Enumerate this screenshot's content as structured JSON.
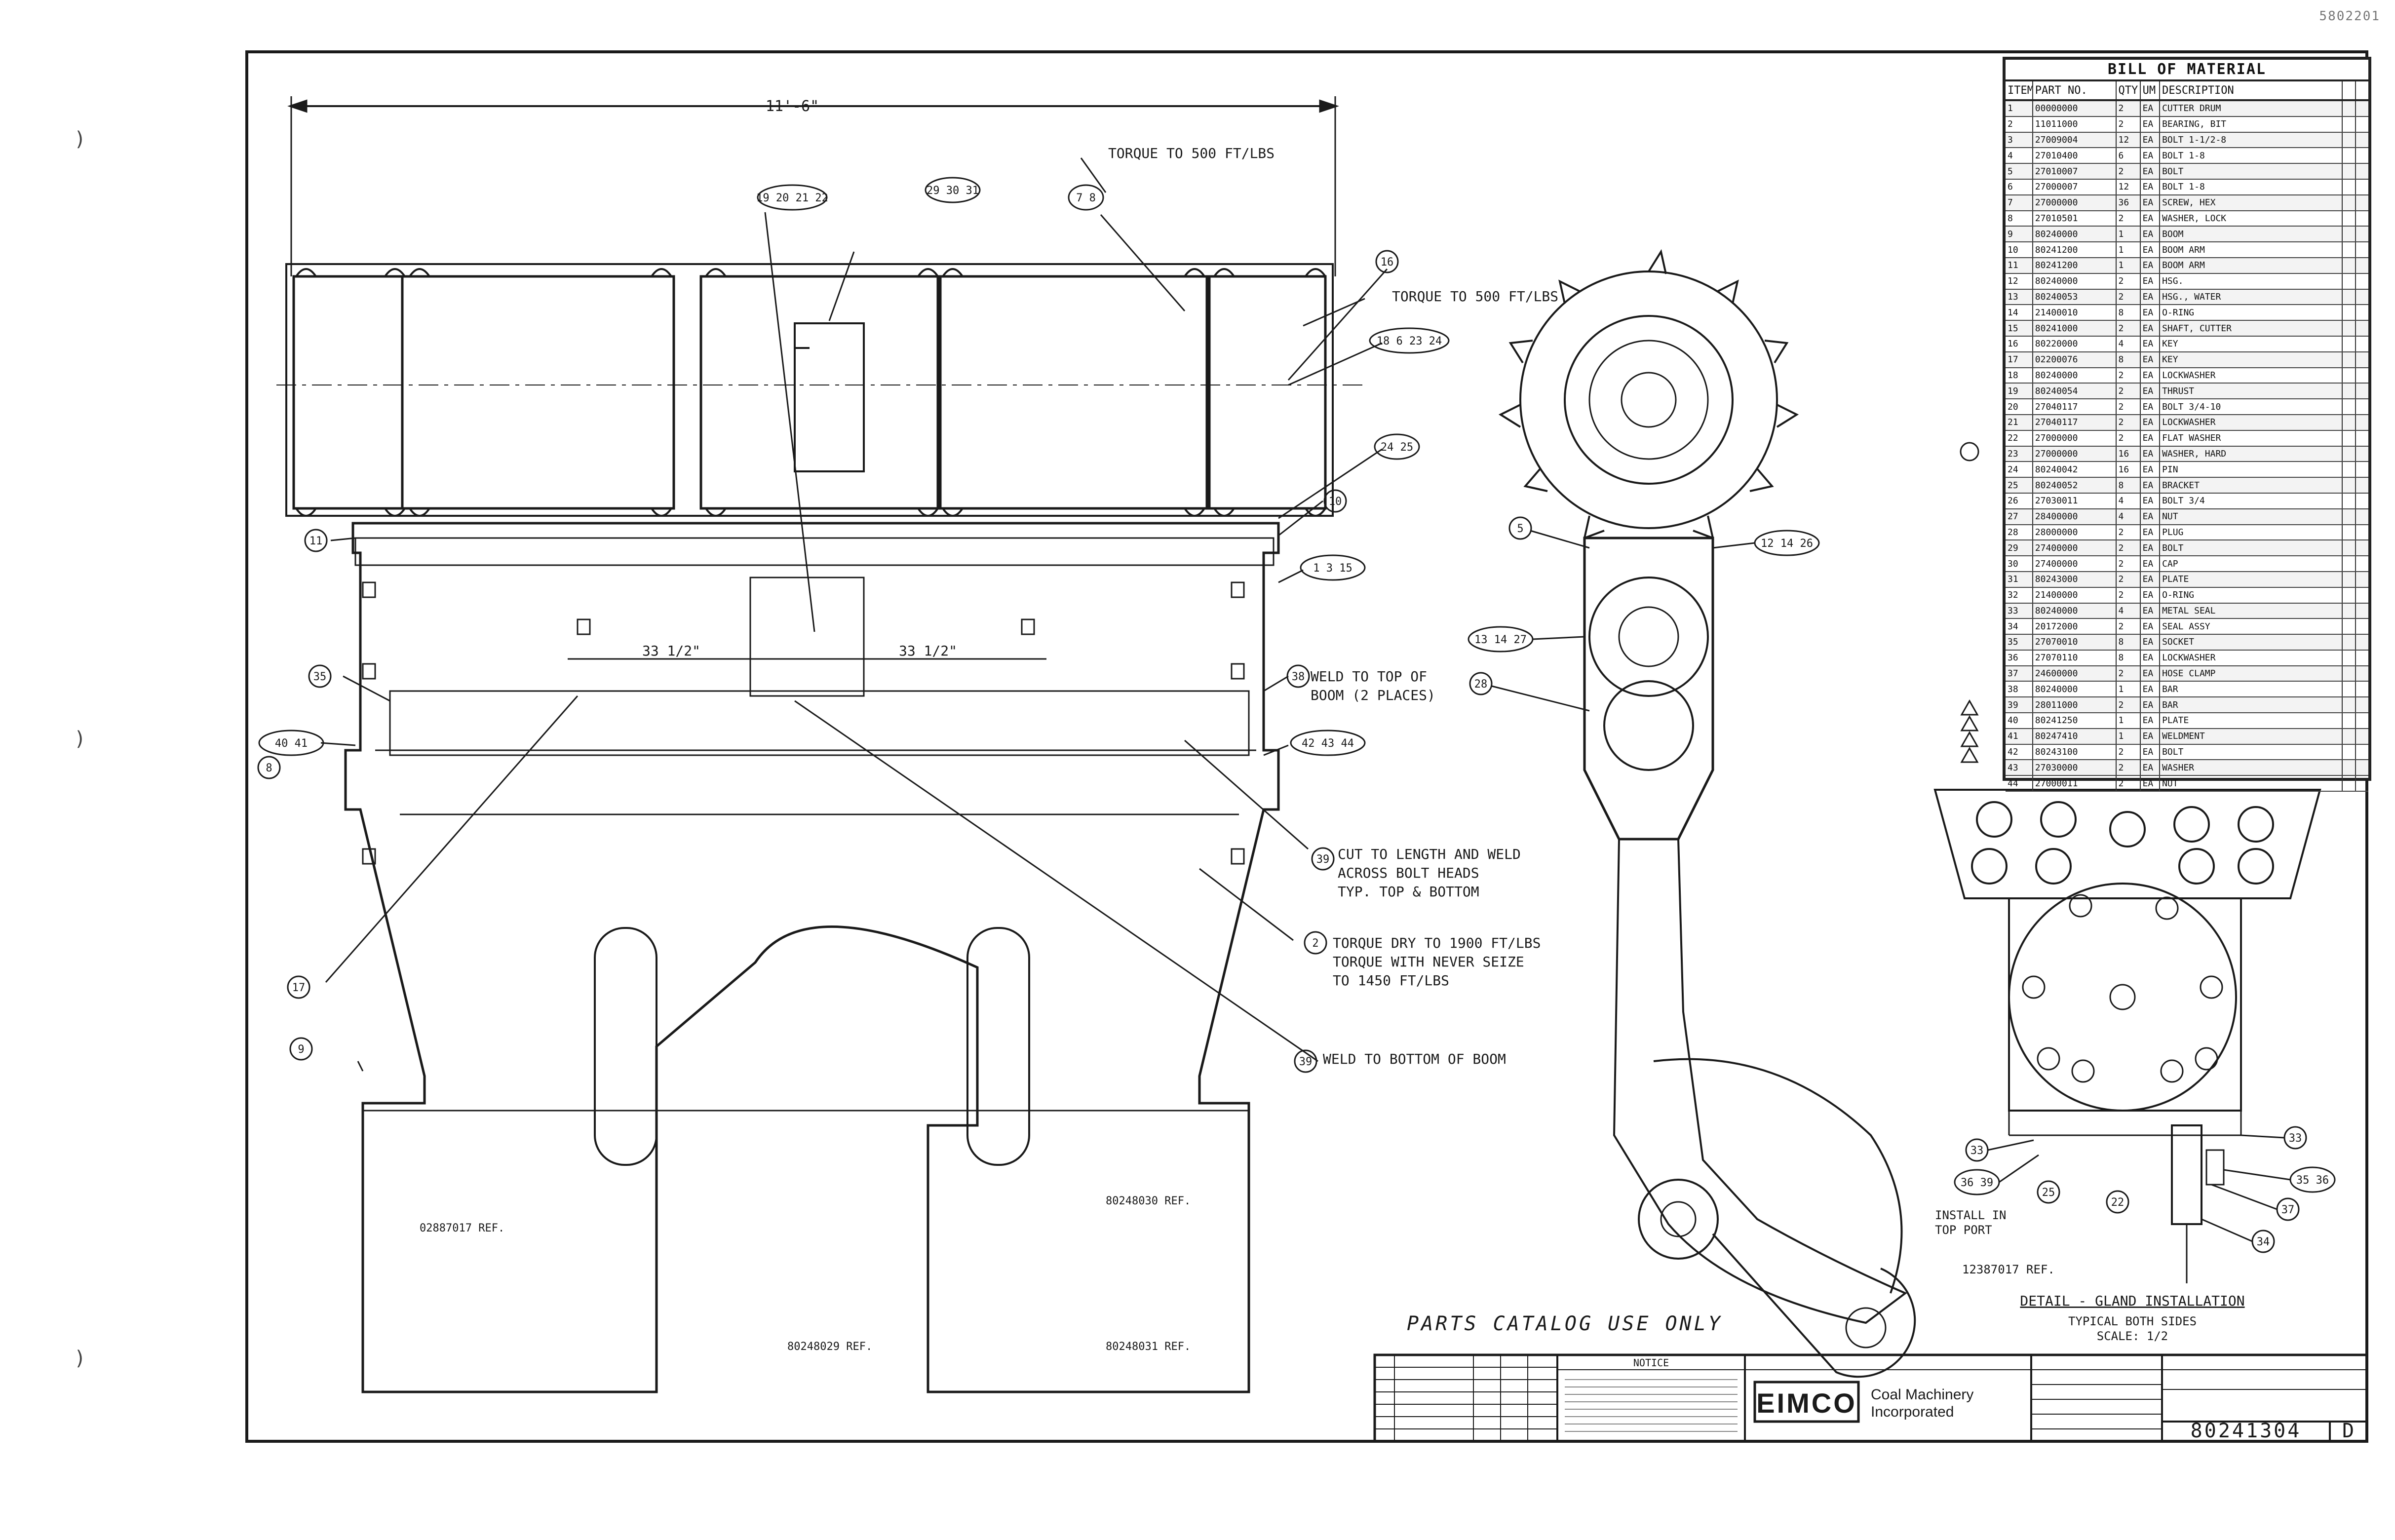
{
  "corner_stamp": "5802201",
  "overall_dimension": "11'-6\"",
  "dim_left": "33 1/2\"",
  "dim_right": "33 1/2\"",
  "notes": {
    "torque_top1": "TORQUE TO 500 FT/LBS",
    "torque_top2": "TORQUE TO 500 FT/LBS",
    "weld_top_1": "WELD TO TOP OF",
    "weld_top_2": "BOOM (2 PLACES)",
    "cut_1": "CUT TO LENGTH AND WELD",
    "cut_2": "ACROSS BOLT HEADS",
    "cut_3": "TYP. TOP & BOTTOM",
    "torque_1": "TORQUE DRY TO 1900 FT/LBS",
    "torque_2": "TORQUE WITH NEVER SEIZE",
    "torque_3": "TO 1450 FT/LBS",
    "weld_bottom": "WELD TO BOTTOM OF BOOM",
    "install_1": "INSTALL IN",
    "install_2": "TOP PORT",
    "parts_catalog": "PARTS CATALOG USE ONLY"
  },
  "refs": {
    "ref1": "02887017 REF.",
    "ref2": "80248030 REF.",
    "ref3": "80248029 REF.",
    "ref4": "80248031 REF.",
    "ref5": "12387017 REF."
  },
  "detail": {
    "title": "DETAIL - GLAND INSTALLATION",
    "sub1": "TYPICAL BOTH SIDES",
    "sub2": "SCALE: 1/2"
  },
  "balloons": {
    "b1": "19 20 21 22",
    "b2": "29 30 31",
    "b3": "7 8",
    "b4": "16",
    "b5": "18 6 23 24",
    "b6": "24 25",
    "b7": "10",
    "b8": "11",
    "b9": "1 3 15",
    "b10": "35",
    "b11": "38",
    "b12": "40 41",
    "b13": "42 43 44",
    "b14": "39",
    "b15": "2",
    "b16": "17",
    "b17": "9",
    "b18": "5",
    "b19": "12 14 26",
    "b20": "13 14 27",
    "b21": "28",
    "b22": "33",
    "b23": "36 39",
    "b24": "25",
    "b25": "22",
    "b26": "33",
    "b27": "35 36",
    "b28": "37",
    "b29": "34",
    "b30": "8",
    "b31": "39"
  },
  "bom": {
    "title": "BILL OF MATERIAL",
    "headers": [
      "ITEM",
      "PART NO.",
      "QTY",
      "UM",
      "DESCRIPTION",
      "",
      ""
    ],
    "rows": [
      [
        "1",
        "00000000",
        "2",
        "EA",
        "CUTTER DRUM",
        "",
        ""
      ],
      [
        "2",
        "11011000",
        "2",
        "EA",
        "BEARING, BIT",
        "",
        ""
      ],
      [
        "3",
        "27009004",
        "12",
        "EA",
        "BOLT 1-1/2-8",
        "",
        ""
      ],
      [
        "4",
        "27010400",
        "6",
        "EA",
        "BOLT 1-8",
        "",
        ""
      ],
      [
        "5",
        "27010007",
        "2",
        "EA",
        "BOLT",
        "",
        ""
      ],
      [
        "6",
        "27000007",
        "12",
        "EA",
        "BOLT 1-8",
        "",
        ""
      ],
      [
        "7",
        "27000000",
        "36",
        "EA",
        "SCREW, HEX",
        "",
        ""
      ],
      [
        "8",
        "27010501",
        "2",
        "EA",
        "WASHER, LOCK",
        "",
        ""
      ],
      [
        "9",
        "80240000",
        "1",
        "EA",
        "BOOM",
        "",
        ""
      ],
      [
        "10",
        "80241200",
        "1",
        "EA",
        "BOOM ARM",
        "",
        ""
      ],
      [
        "11",
        "80241200",
        "1",
        "EA",
        "BOOM ARM",
        "",
        ""
      ],
      [
        "12",
        "80240000",
        "2",
        "EA",
        "HSG.",
        "",
        ""
      ],
      [
        "13",
        "80240053",
        "2",
        "EA",
        "HSG., WATER",
        "",
        ""
      ],
      [
        "14",
        "21400010",
        "8",
        "EA",
        "O-RING",
        "",
        ""
      ],
      [
        "15",
        "80241000",
        "2",
        "EA",
        "SHAFT, CUTTER",
        "",
        ""
      ],
      [
        "16",
        "80220000",
        "4",
        "EA",
        "KEY",
        "",
        ""
      ],
      [
        "17",
        "02200076",
        "8",
        "EA",
        "KEY",
        "",
        ""
      ],
      [
        "18",
        "80240000",
        "2",
        "EA",
        "LOCKWASHER",
        "",
        ""
      ],
      [
        "19",
        "80240054",
        "2",
        "EA",
        "THRUST",
        "",
        ""
      ],
      [
        "20",
        "27040117",
        "2",
        "EA",
        "BOLT 3/4-10",
        "",
        ""
      ],
      [
        "21",
        "27040117",
        "2",
        "EA",
        "LOCKWASHER",
        "",
        ""
      ],
      [
        "22",
        "27000000",
        "2",
        "EA",
        "FLAT WASHER",
        "",
        ""
      ],
      [
        "23",
        "27000000",
        "16",
        "EA",
        "WASHER, HARD",
        "",
        ""
      ],
      [
        "24",
        "80240042",
        "16",
        "EA",
        "PIN",
        "",
        ""
      ],
      [
        "25",
        "80240052",
        "8",
        "EA",
        "BRACKET",
        "",
        ""
      ],
      [
        "26",
        "27030011",
        "4",
        "EA",
        "BOLT 3/4",
        "",
        ""
      ],
      [
        "27",
        "28400000",
        "4",
        "EA",
        "NUT",
        "",
        ""
      ],
      [
        "28",
        "28000000",
        "2",
        "EA",
        "PLUG",
        "",
        ""
      ],
      [
        "29",
        "27400000",
        "2",
        "EA",
        "BOLT",
        "",
        ""
      ],
      [
        "30",
        "27400000",
        "2",
        "EA",
        "CAP",
        "",
        ""
      ],
      [
        "31",
        "80243000",
        "2",
        "EA",
        "PLATE",
        "",
        ""
      ],
      [
        "32",
        "21400000",
        "2",
        "EA",
        "O-RING",
        "",
        ""
      ],
      [
        "33",
        "80240000",
        "4",
        "EA",
        "METAL SEAL",
        "",
        ""
      ],
      [
        "34",
        "20172000",
        "2",
        "EA",
        "SEAL ASSY",
        "",
        ""
      ],
      [
        "35",
        "27070010",
        "8",
        "EA",
        "SOCKET",
        "",
        ""
      ],
      [
        "36",
        "27070110",
        "8",
        "EA",
        "LOCKWASHER",
        "",
        ""
      ],
      [
        "37",
        "24600000",
        "2",
        "EA",
        "HOSE CLAMP",
        "",
        ""
      ],
      [
        "38",
        "80240000",
        "1",
        "EA",
        "BAR",
        "",
        ""
      ],
      [
        "39",
        "28011000",
        "2",
        "EA",
        "BAR",
        "",
        ""
      ],
      [
        "40",
        "80241250",
        "1",
        "EA",
        "PLATE",
        "",
        ""
      ],
      [
        "41",
        "80247410",
        "1",
        "EA",
        "WELDMENT",
        "",
        ""
      ],
      [
        "42",
        "80243100",
        "2",
        "EA",
        "BOLT",
        "",
        ""
      ],
      [
        "43",
        "27030000",
        "2",
        "EA",
        "WASHER",
        "",
        ""
      ],
      [
        "44",
        "27000011",
        "2",
        "EA",
        "NUT",
        "",
        ""
      ]
    ]
  },
  "title_block": {
    "company_logo": "EIMCO",
    "company_line1": "Coal Machinery",
    "company_line2": "Incorporated",
    "notice_label": "NOTICE",
    "drawing_number": "80241304",
    "revision": "D"
  },
  "colors": {
    "ink": "#1a1a1a",
    "paper": "#ffffff"
  }
}
